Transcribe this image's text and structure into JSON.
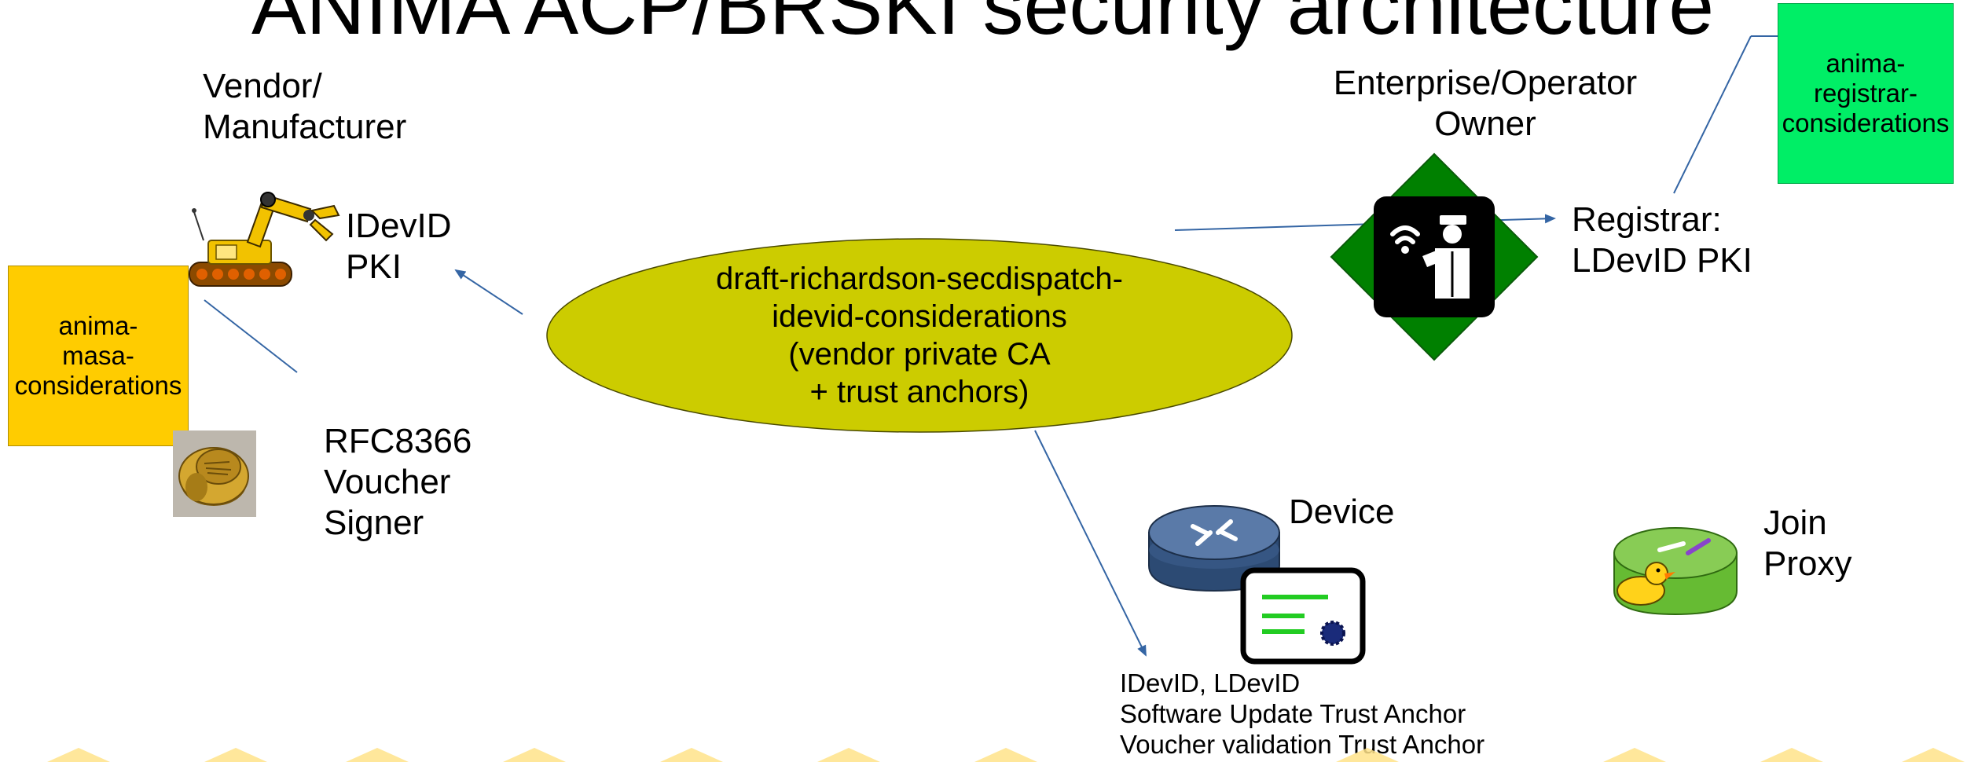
{
  "title": "ANIMA ACP/BRSKI security architecture",
  "vendor_label": [
    "Vendor/",
    "Manufacturer"
  ],
  "operator_label": [
    "Enterprise/Operator",
    "Owner"
  ],
  "idevid_pki_label": [
    "IDevID",
    "PKI"
  ],
  "registrar_label": [
    "Registrar:",
    "LDevID PKI"
  ],
  "voucher_signer_label": [
    "RFC8366",
    "Voucher",
    "Signer"
  ],
  "device_label": "Device",
  "join_proxy_label": [
    "Join",
    "Proxy"
  ],
  "ellipse_text": "draft-richardson-secdispatch-\nidevid-considerations\n(vendor private CA\n+ trust anchors)",
  "masa_box": "anima-\nmasa-\nconsiderations",
  "registrar_box": "anima-\nregistrar-\nconsiderations",
  "device_contents": [
    "IDevID, LDevID",
    "Software Update Trust Anchor",
    "Voucher validation Trust Anchor"
  ],
  "colors": {
    "ellipse_fill": "#cccc00",
    "masa_box_fill": "#ffcc00",
    "registrar_box_fill": "#00ee66",
    "arrow_color": "#3465a4",
    "diamond_fill": "#008000",
    "footer_ornament": "#ffd966"
  },
  "icons": {
    "robot_arm": "robot-arm-icon",
    "signet_ring": "signet-ring-icon",
    "registrar_guard": "security-guard-icon",
    "router": "router-icon",
    "certificate": "certificate-icon",
    "join_proxy": "duck-router-icon"
  }
}
